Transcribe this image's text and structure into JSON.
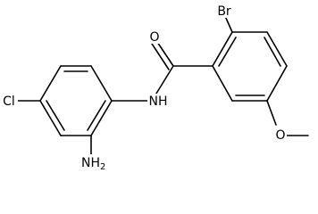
{
  "molecule": {
    "atoms": {
      "bromine": "Br",
      "carbonyl_oxygen": "O",
      "amide_nitrogen": "NH",
      "chlorine": "Cl",
      "amine_prefix": "NH",
      "amine_subscript": "2",
      "ether_oxygen": "O"
    },
    "colors": {
      "bond": "#000000",
      "label": "#000000",
      "background": "#ffffff"
    }
  }
}
